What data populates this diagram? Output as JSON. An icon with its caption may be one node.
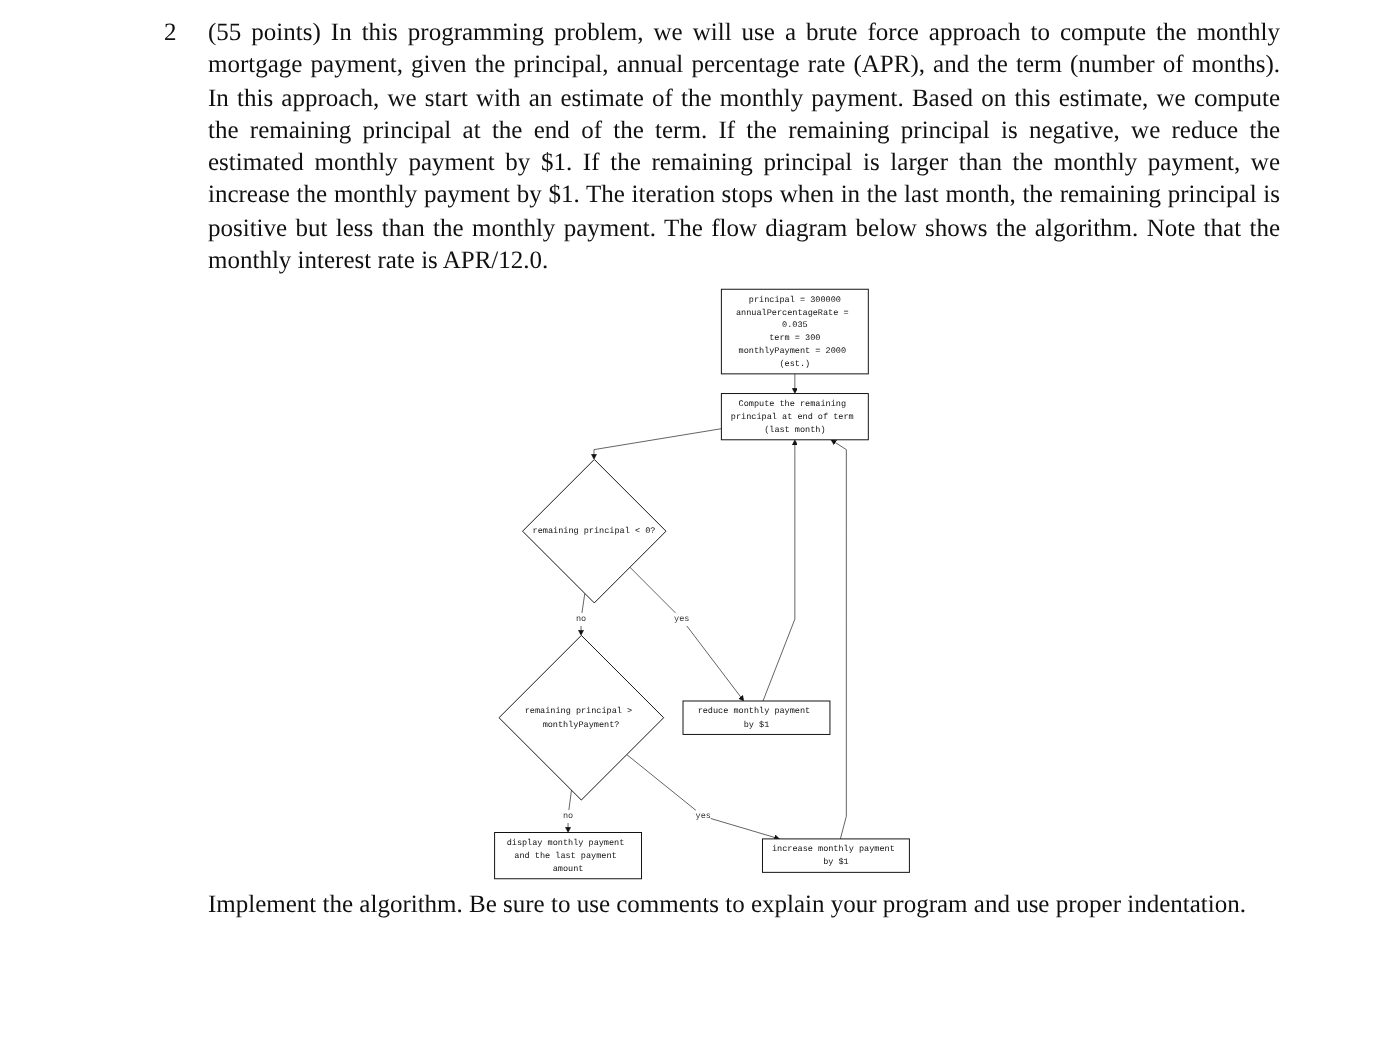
{
  "diagram": {
    "nodes": [
      {
        "text": [
          "principal = 300000",
          "annualPercentageRate = 0.035",
          "term = 300",
          "monthlyPayment = 2000 (est.)"
        ]
      },
      {
        "text": [
          "Compute the remaining principal at end of term (last month)"
        ]
      },
      {
        "text": [
          "remaining principal < 0?"
        ]
      },
      {
        "text": [
          "remaining principal > monthlyPayment?"
        ]
      },
      {
        "text": [
          "display monthly payment and the last payment amount"
        ]
      },
      {
        "text": [
          "reduce monthly payment by $1"
        ]
      },
      {
        "text": [
          "increase monthly payment by $1"
        ]
      }
    ],
    "edges": [
      {
        "from": 0,
        "to": 1,
        "arrow": "to"
      },
      {
        "from": 1,
        "to": 2,
        "arrow": "to"
      },
      {
        "from": 2,
        "to": 3,
        "label": "no",
        "arrow": "to"
      },
      {
        "from": 2,
        "to": 5,
        "label": "yes",
        "arrow": "to"
      },
      {
        "from": 3,
        "to": 4,
        "label": "no",
        "arrow": "to"
      },
      {
        "from": 3,
        "to": 6,
        "label": "yes",
        "arrow": "to"
      },
      {
        "from": 5,
        "to": 1,
        "arrow": "to"
      },
      {
        "from": 6,
        "to": 1,
        "arrow": "to"
      }
    ],
    "labels": [
      "2",
      "(55 points) In this programming problem, we will use a brute force approach to compute the monthly mortgage payment, given the principal, annual percentage rate (APR), and the term (number of months). In this approach, we start with an estimate of the monthly payment. Based on this estimate, we compute the remaining principal at the end of the term. If the remaining principal is negative, we reduce the estimated monthly payment by $1. If the remaining principal is larger than the monthly payment, we increase the monthly payment by $1. The iteration stops when in the last month, the remaining principal is positive but less than the monthly payment. The flow diagram below shows the algorithm. Note that the monthly interest rate is APR/12.0.",
      "Implement the algorithm. Be sure to use comments to explain your program and use proper indentation."
    ]
  }
}
